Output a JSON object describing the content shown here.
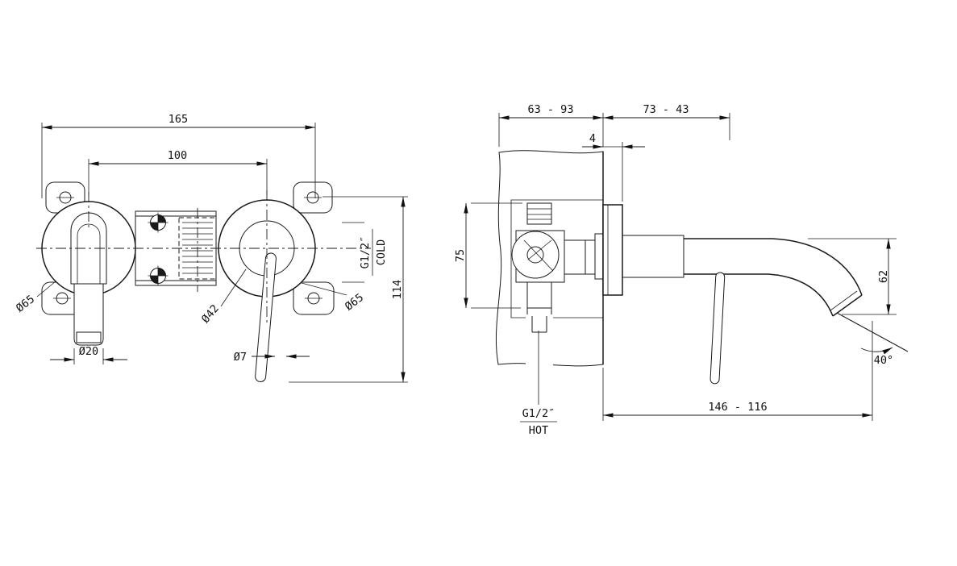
{
  "colors": {
    "line": "#1a1a1a",
    "background": "#ffffff"
  },
  "front_view": {
    "dim_overall_width": "165",
    "dim_center_distance": "100",
    "dim_total_height": "114",
    "dia_left_escutcheon": "Ø65",
    "dia_right_escutcheon": "Ø65",
    "dia_spout": "Ø20",
    "dia_cartridge": "Ø42",
    "dia_handle_rod": "Ø7",
    "cold_inlet_thread": "G1/2″",
    "cold_inlet_label": "COLD"
  },
  "side_view": {
    "dim_wall_depth_range": "63 - 93",
    "dim_projection_range": "73 - 43",
    "dim_plate_offset": "4",
    "dim_body_height": "75",
    "dim_outlet_drop": "62",
    "dim_spout_reach_range": "146 - 116",
    "outlet_angle": "40°",
    "hot_inlet_thread": "G1/2″",
    "hot_inlet_label": "HOT"
  }
}
